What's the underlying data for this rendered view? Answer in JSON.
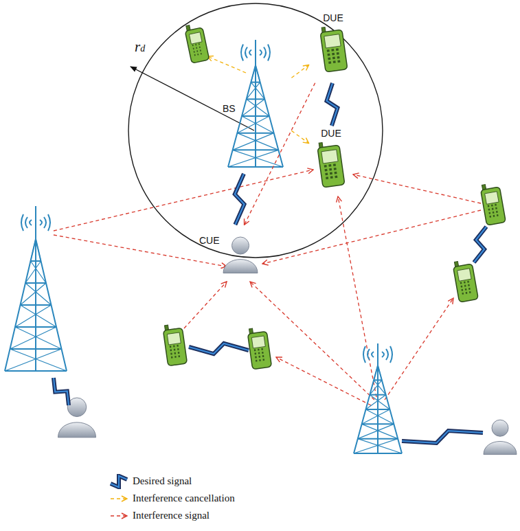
{
  "diagram": {
    "nodes": [
      {
        "text": [
          "DUE"
        ]
      },
      {
        "text": [
          "BS"
        ]
      },
      {
        "text": [
          "DUE"
        ]
      },
      {
        "text": [
          "CUE"
        ]
      }
    ],
    "edges": [
      {
        "from": 1,
        "to": 0,
        "arrow": "to"
      },
      {
        "from": 1,
        "to": 2,
        "arrow": "to"
      },
      {
        "from": 0,
        "to": 2,
        "arrow": "none"
      },
      {
        "from": 1,
        "to": 3,
        "arrow": "none"
      },
      {
        "from": 0,
        "to": 3,
        "arrow": "to"
      }
    ],
    "labels": [
      "rd"
    ],
    "legend": [
      {
        "text": "Desired signal"
      },
      {
        "text": "Interference cancellation"
      },
      {
        "text": "Interference signal"
      }
    ]
  }
}
